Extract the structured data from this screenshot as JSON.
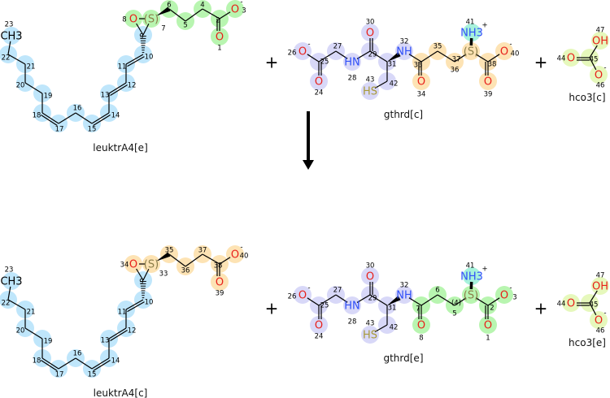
{
  "reaction": {
    "plus_sign": "+",
    "arrow_direction": "down"
  },
  "colors": {
    "blue": "#bfe6fb",
    "green": "#b8f5b0",
    "purple": "#d8d8f8",
    "orange": "#fde3b4",
    "teal": "#a6f2dc",
    "lime": "#e6f8bc",
    "oxygen": "#e8201a",
    "nitrogen": "#3050f8",
    "sulfur": "#a89a3a"
  },
  "molecules": [
    {
      "id": "leuktrA4-e",
      "label": "leuktrA4[e]",
      "atoms": [
        {
          "num": "1",
          "sym": "O",
          "color": "green"
        },
        {
          "num": "2",
          "color": "green"
        },
        {
          "num": "3",
          "sym": "O",
          "charge": "-",
          "color": "green"
        },
        {
          "num": "4",
          "color": "green"
        },
        {
          "num": "5",
          "color": "green"
        },
        {
          "num": "6",
          "color": "green"
        },
        {
          "num": "7",
          "sym": "(S)",
          "color": "green"
        },
        {
          "num": "8",
          "sym": "O",
          "color": "green"
        },
        {
          "num": "9",
          "color": "blue"
        },
        {
          "num": "10",
          "color": "blue"
        },
        {
          "num": "11",
          "color": "blue"
        },
        {
          "num": "12",
          "color": "blue"
        },
        {
          "num": "13",
          "color": "blue"
        },
        {
          "num": "14",
          "color": "blue"
        },
        {
          "num": "15",
          "color": "blue"
        },
        {
          "num": "16",
          "color": "blue"
        },
        {
          "num": "17",
          "color": "blue"
        },
        {
          "num": "18",
          "color": "blue"
        },
        {
          "num": "19",
          "color": "blue"
        },
        {
          "num": "20",
          "color": "blue"
        },
        {
          "num": "21",
          "color": "blue"
        },
        {
          "num": "22",
          "color": "blue"
        },
        {
          "num": "23",
          "sym": "CH3",
          "color": "blue"
        }
      ]
    },
    {
      "id": "gthrd-c",
      "label": "gthrd[c]",
      "atoms": [
        {
          "num": "24",
          "sym": "O",
          "color": "purple"
        },
        {
          "num": "25",
          "color": "purple"
        },
        {
          "num": "26",
          "sym": "O",
          "charge": "-",
          "color": "purple"
        },
        {
          "num": "27",
          "color": "purple"
        },
        {
          "num": "28",
          "sym": "HN",
          "color": "purple"
        },
        {
          "num": "29",
          "color": "purple"
        },
        {
          "num": "30",
          "sym": "O",
          "color": "purple"
        },
        {
          "num": "31",
          "color": "purple"
        },
        {
          "num": "32",
          "sym": "NH",
          "color": "purple"
        },
        {
          "num": "33",
          "color": "orange"
        },
        {
          "num": "34",
          "sym": "O",
          "color": "orange"
        },
        {
          "num": "35",
          "color": "orange"
        },
        {
          "num": "36",
          "color": "orange"
        },
        {
          "num": "37",
          "sym": "(S)",
          "color": "orange"
        },
        {
          "num": "38",
          "color": "orange"
        },
        {
          "num": "39",
          "sym": "O",
          "color": "orange"
        },
        {
          "num": "40",
          "sym": "O",
          "charge": "-",
          "color": "orange"
        },
        {
          "num": "41",
          "sym": "NH3",
          "charge": "+",
          "color": "teal"
        },
        {
          "num": "42",
          "color": "purple"
        },
        {
          "num": "43",
          "sym": "HS",
          "color": "purple"
        }
      ]
    },
    {
      "id": "hco3-c",
      "label": "hco3[c]",
      "atoms": [
        {
          "num": "44",
          "sym": "O",
          "color": "lime"
        },
        {
          "num": "45",
          "color": "lime"
        },
        {
          "num": "46",
          "sym": "O",
          "charge": "-",
          "color": "lime"
        },
        {
          "num": "47",
          "sym": "OH",
          "color": "lime"
        }
      ]
    },
    {
      "id": "leuktrA4-c",
      "label": "leuktrA4[c]",
      "atoms": [
        {
          "num": "39",
          "sym": "O",
          "color": "orange"
        },
        {
          "num": "38",
          "color": "orange"
        },
        {
          "num": "40",
          "sym": "O",
          "charge": "-",
          "color": "orange"
        },
        {
          "num": "37",
          "color": "orange"
        },
        {
          "num": "36",
          "color": "orange"
        },
        {
          "num": "35",
          "color": "orange"
        },
        {
          "num": "33",
          "sym": "(S)",
          "color": "orange"
        },
        {
          "num": "34",
          "sym": "O",
          "color": "orange"
        },
        {
          "num": "9",
          "color": "blue"
        },
        {
          "num": "10",
          "color": "blue"
        },
        {
          "num": "11",
          "color": "blue"
        },
        {
          "num": "12",
          "color": "blue"
        },
        {
          "num": "13",
          "color": "blue"
        },
        {
          "num": "14",
          "color": "blue"
        },
        {
          "num": "15",
          "color": "blue"
        },
        {
          "num": "16",
          "color": "blue"
        },
        {
          "num": "17",
          "color": "blue"
        },
        {
          "num": "18",
          "color": "blue"
        },
        {
          "num": "19",
          "color": "blue"
        },
        {
          "num": "20",
          "color": "blue"
        },
        {
          "num": "21",
          "color": "blue"
        },
        {
          "num": "22",
          "color": "blue"
        },
        {
          "num": "23",
          "sym": "CH3",
          "color": "blue"
        }
      ]
    },
    {
      "id": "gthrd-e",
      "label": "gthrd[e]",
      "atoms": [
        {
          "num": "24",
          "sym": "O",
          "color": "purple"
        },
        {
          "num": "25",
          "color": "purple"
        },
        {
          "num": "26",
          "sym": "O",
          "charge": "-",
          "color": "purple"
        },
        {
          "num": "27",
          "color": "purple"
        },
        {
          "num": "28",
          "sym": "HN",
          "color": "purple"
        },
        {
          "num": "29",
          "color": "purple"
        },
        {
          "num": "30",
          "sym": "O",
          "color": "purple"
        },
        {
          "num": "31",
          "color": "purple"
        },
        {
          "num": "32",
          "sym": "NH",
          "color": "purple"
        },
        {
          "num": "7",
          "color": "green"
        },
        {
          "num": "8",
          "sym": "O",
          "color": "green"
        },
        {
          "num": "6",
          "color": "green"
        },
        {
          "num": "5",
          "color": "green"
        },
        {
          "num": "(4)",
          "sym": "(S)",
          "color": "green"
        },
        {
          "num": "2",
          "color": "green"
        },
        {
          "num": "1",
          "sym": "O",
          "color": "green"
        },
        {
          "num": "3",
          "sym": "O",
          "charge": "-",
          "color": "green"
        },
        {
          "num": "41",
          "sym": "NH3",
          "charge": "+",
          "color": "teal"
        },
        {
          "num": "42",
          "color": "purple"
        },
        {
          "num": "43",
          "sym": "HS",
          "color": "purple"
        }
      ]
    },
    {
      "id": "hco3-e",
      "label": "hco3[e]",
      "atoms": [
        {
          "num": "44",
          "sym": "O",
          "color": "lime"
        },
        {
          "num": "45",
          "color": "lime"
        },
        {
          "num": "46",
          "sym": "O",
          "charge": "-",
          "color": "lime"
        },
        {
          "num": "47",
          "sym": "OH",
          "color": "lime"
        }
      ]
    }
  ]
}
